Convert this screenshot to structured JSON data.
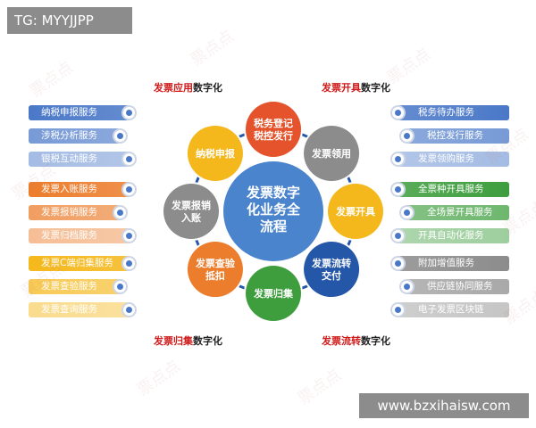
{
  "tag": "TG: MYYJJPP",
  "url": "www.bzxihaisw.com",
  "watermark": "票点点",
  "center": [
    "发票数字",
    "化业务全",
    "流程"
  ],
  "nodes": [
    {
      "lines": [
        "税务登记",
        "税控发行"
      ],
      "color": "#e4532b"
    },
    {
      "lines": [
        "发票领用"
      ],
      "color": "#8c8c8c"
    },
    {
      "lines": [
        "发票开具"
      ],
      "color": "#f5b81c"
    },
    {
      "lines": [
        "发票流转",
        "交付"
      ],
      "color": "#2457a8"
    },
    {
      "lines": [
        "发票归集"
      ],
      "color": "#3e9e3e"
    },
    {
      "lines": [
        "发票查验",
        "抵扣"
      ],
      "color": "#ec7d2c"
    },
    {
      "lines": [
        "发票报销",
        "入账"
      ],
      "color": "#8c8c8c"
    },
    {
      "lines": [
        "纳税申报"
      ],
      "color": "#f5b81c"
    }
  ],
  "titles": {
    "tl": {
      "red": "发票应用",
      "dark": "数字化"
    },
    "tr": {
      "red": "发票开具",
      "dark": "数字化"
    },
    "bl": {
      "red": "发票归集",
      "dark": "数字化"
    },
    "br": {
      "red": "发票流转",
      "dark": "数字化"
    }
  },
  "left_groups": [
    {
      "color": "#4a78c8",
      "items": [
        "纳税申报服务",
        "涉税分析服务",
        "银税互动服务"
      ]
    },
    {
      "color": "#ec7d2c",
      "items": [
        "发票入账服务",
        "发票报销服务",
        "发票归档服务"
      ]
    },
    {
      "color": "#f5b81c",
      "items": [
        "发票C端归集服务",
        "发票查验服务",
        "发票查询服务"
      ]
    }
  ],
  "right_groups": [
    {
      "color": "#4a78c8",
      "items": [
        "税务待办服务",
        "税控发行服务",
        "发票领购服务"
      ]
    },
    {
      "color": "#3e9e3e",
      "items": [
        "全票种开具服务",
        "全场景开具服务",
        "开具自动化服务"
      ]
    },
    {
      "color": "#8c8c8c",
      "items": [
        "附加增值服务",
        "供应链协同服务",
        "电子发票区块链"
      ]
    }
  ]
}
